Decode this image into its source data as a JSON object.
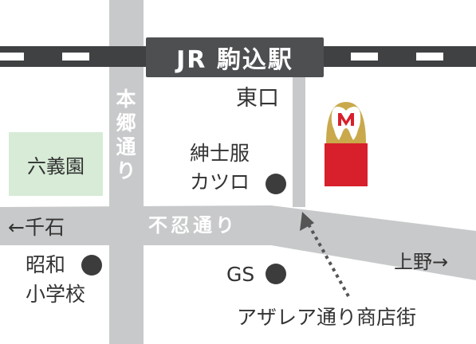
{
  "colors": {
    "road": "#c8c9ca",
    "rail": "#3f4142",
    "station_bg": "#4d4f51",
    "park": "#d7ebd7",
    "text": "#333333",
    "dot": "#3c3c3c",
    "clinic_red": "#d7202b",
    "clinic_gold": "#c9a94b"
  },
  "station": {
    "label": "JR 駒込駅"
  },
  "labels": {
    "east_exit": "東口",
    "hongo_dori": "本郷通り",
    "rikugien": "六義園",
    "suit_shop": "紳士服\nカツロ",
    "suit_line1": "紳士服",
    "suit_line2": "カツロ",
    "shinobazu_dori": "不忍通り",
    "sengoku": "←千石",
    "showa_line1": "昭和",
    "showa_line2": "小学校",
    "gs": "GS",
    "ueno": "上野→",
    "azalea": "アザレア通り商店街"
  },
  "icons": {
    "clinic": "tooth-logo-icon",
    "landmark": "dot-icon",
    "route": "dotted-arrow-icon"
  }
}
